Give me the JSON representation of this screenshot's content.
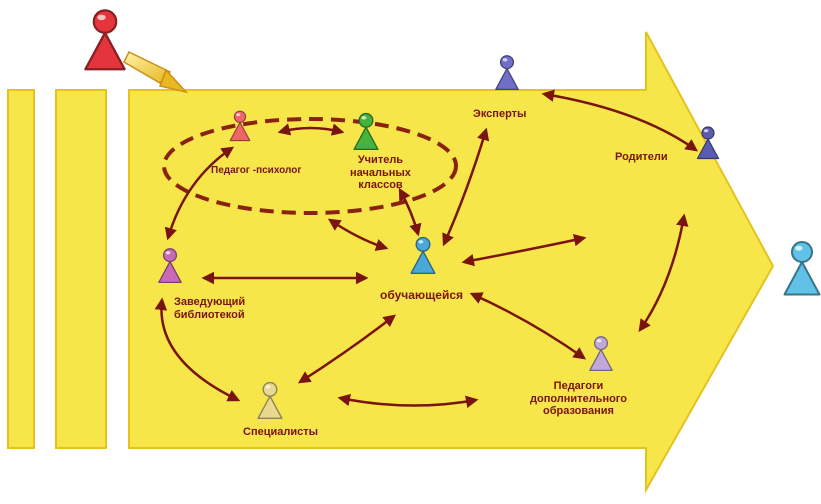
{
  "colors": {
    "arrow_fill": "#f6e64a",
    "arrow_stroke": "#e6c21e",
    "link": "#7a1410",
    "oval_dash": "#8a2212"
  },
  "actors": [
    {
      "id": "top-person",
      "icon": "person-icon",
      "color": "#e3353b",
      "label": ""
    },
    {
      "id": "psychologist",
      "icon": "person-icon",
      "color": "#ee6666",
      "label": "Педагог -психолог"
    },
    {
      "id": "teacher",
      "icon": "person-icon",
      "color": "#46b33c",
      "label_lines": [
        "Учитель",
        "начальных",
        "классов"
      ]
    },
    {
      "id": "experts",
      "icon": "person-icon",
      "color": "#6f6fc8",
      "label": "Эксперты"
    },
    {
      "id": "parents",
      "icon": "person-icon",
      "color": "#5a5ab0",
      "label": "Родители"
    },
    {
      "id": "student",
      "icon": "person-icon",
      "color": "#4aa8d8",
      "label": "обучающейся"
    },
    {
      "id": "librarian",
      "icon": "person-icon",
      "color": "#c86ab8",
      "label_lines": [
        "Заведующий",
        "библиотекой"
      ]
    },
    {
      "id": "specialists",
      "icon": "person-icon",
      "color": "#e8d890",
      "label": "Специалисты"
    },
    {
      "id": "additional-teachers",
      "icon": "person-icon",
      "color": "#c0a8d8",
      "label_lines": [
        "Педагоги",
        "дополнительного",
        "образования"
      ]
    },
    {
      "id": "outcome-person",
      "icon": "person-icon",
      "color": "#5fc2e6",
      "label": ""
    }
  ]
}
